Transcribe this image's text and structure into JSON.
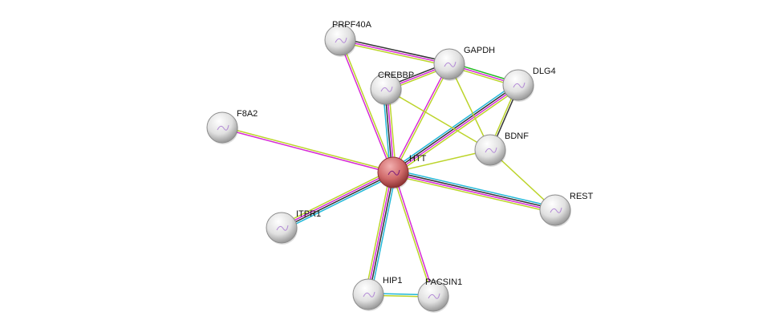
{
  "network": {
    "evidence_colors": {
      "cyan": "#21b8d8",
      "black": "#333333",
      "magenta": "#d62ad6",
      "yellow": "#bcd42a",
      "green": "#22bb22"
    },
    "nodes": [
      {
        "id": "HTT",
        "label": "HTT",
        "query": true,
        "color": "#c55a5a"
      },
      {
        "id": "PRPF40A",
        "label": "PRPF40A",
        "color": "#e4e4e4"
      },
      {
        "id": "GAPDH",
        "label": "GAPDH",
        "color": "#e4e4e4"
      },
      {
        "id": "DLG4",
        "label": "DLG4",
        "color": "#e4e4e4"
      },
      {
        "id": "CREBBP",
        "label": "CREBBP",
        "color": "#e4e4e4"
      },
      {
        "id": "F8A2",
        "label": "F8A2",
        "color": "#e4e4e4"
      },
      {
        "id": "BDNF",
        "label": "BDNF",
        "color": "#e4e4e4"
      },
      {
        "id": "REST",
        "label": "REST",
        "color": "#e4e4e4"
      },
      {
        "id": "ITPR1",
        "label": "ITPR1",
        "color": "#e4e4e4"
      },
      {
        "id": "HIP1",
        "label": "HIP1",
        "color": "#e4e4e4"
      },
      {
        "id": "PACSIN1",
        "label": "PACSIN1",
        "color": "#e4e4e4"
      }
    ],
    "edges": [
      {
        "a": "HTT",
        "b": "PRPF40A",
        "evidence": [
          "magenta",
          "yellow"
        ]
      },
      {
        "a": "HTT",
        "b": "CREBBP",
        "evidence": [
          "cyan",
          "black",
          "magenta",
          "yellow"
        ]
      },
      {
        "a": "HTT",
        "b": "GAPDH",
        "evidence": [
          "magenta",
          "yellow"
        ]
      },
      {
        "a": "HTT",
        "b": "DLG4",
        "evidence": [
          "cyan",
          "black",
          "magenta",
          "yellow"
        ]
      },
      {
        "a": "HTT",
        "b": "BDNF",
        "evidence": [
          "yellow"
        ]
      },
      {
        "a": "HTT",
        "b": "F8A2",
        "evidence": [
          "magenta",
          "yellow"
        ]
      },
      {
        "a": "HTT",
        "b": "REST",
        "evidence": [
          "cyan",
          "black",
          "magenta",
          "yellow"
        ]
      },
      {
        "a": "HTT",
        "b": "ITPR1",
        "evidence": [
          "cyan",
          "black",
          "magenta",
          "yellow"
        ]
      },
      {
        "a": "HTT",
        "b": "HIP1",
        "evidence": [
          "cyan",
          "black",
          "magenta",
          "yellow"
        ]
      },
      {
        "a": "HTT",
        "b": "PACSIN1",
        "evidence": [
          "magenta",
          "yellow"
        ]
      },
      {
        "a": "HIP1",
        "b": "PACSIN1",
        "evidence": [
          "cyan",
          "yellow"
        ]
      },
      {
        "a": "PRPF40A",
        "b": "GAPDH",
        "evidence": [
          "black",
          "magenta",
          "yellow"
        ]
      },
      {
        "a": "CREBBP",
        "b": "GAPDH",
        "evidence": [
          "black",
          "magenta",
          "yellow"
        ]
      },
      {
        "a": "GAPDH",
        "b": "DLG4",
        "evidence": [
          "green",
          "magenta",
          "yellow"
        ]
      },
      {
        "a": "GAPDH",
        "b": "BDNF",
        "evidence": [
          "yellow"
        ]
      },
      {
        "a": "CREBBP",
        "b": "BDNF",
        "evidence": [
          "yellow"
        ]
      },
      {
        "a": "DLG4",
        "b": "BDNF",
        "evidence": [
          "black",
          "yellow"
        ]
      },
      {
        "a": "BDNF",
        "b": "REST",
        "evidence": [
          "yellow"
        ]
      }
    ]
  }
}
